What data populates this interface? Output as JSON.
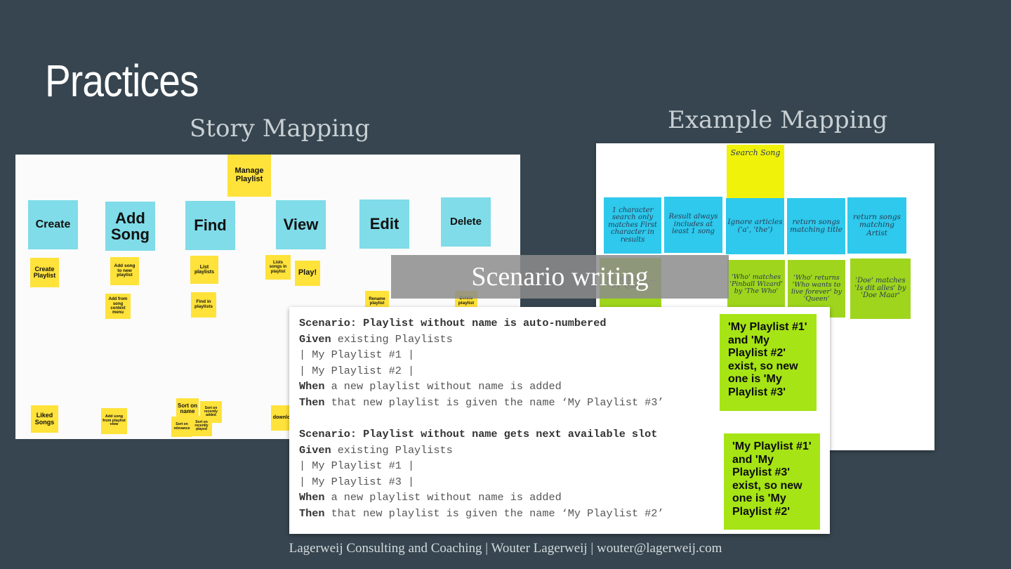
{
  "slide": {
    "title": "Practices",
    "story_heading": "Story Mapping",
    "example_heading": "Example Mapping",
    "banner": "Scenario writing",
    "footer": "Lagerweij Consulting and Coaching | Wouter Lagerweij | wouter@lagerweij.com"
  },
  "story_map": {
    "top": "Manage Playlist",
    "activities": [
      "Create",
      "Add Song",
      "Find",
      "View",
      "Edit",
      "Delete"
    ],
    "tasks": [
      "Create Playlist",
      "Add song to new playlist",
      "Add from song context menu",
      "List playlists",
      "Find in playlists",
      "Lists songs in playlist",
      "Play!",
      "Rename playlist",
      "Delete playlist"
    ],
    "bottom": [
      "Liked Songs",
      "Add song from playlist view",
      "Sort on name",
      "Sort on recently added",
      "Sort on relevance",
      "Sort on recently played",
      "downlo"
    ]
  },
  "example_map": {
    "story": "Search Song",
    "rules": [
      "1 character search only matches First character in results",
      "Result always includes at least 1 song",
      "Ignore articles ('a', 'the')",
      "return songs matching title",
      "return songs matching Artist"
    ],
    "examples": [
      "'Q' matches ... by 'Queen'",
      "'Who' matches 'Pinball Wizard' by 'The Who'",
      "'Who' returns 'Who wants to live forever' by 'Queen'",
      "'Doe' matches 'Is dit alles' by 'Doe Maar'"
    ]
  },
  "scenarios": [
    {
      "header": "Scenario: Playlist without name is auto-numbered",
      "given_kw": "Given",
      "given": " existing Playlists",
      "rows": [
        "| My Playlist #1 |",
        "| My Playlist #2 |"
      ],
      "when_kw": "When",
      "when": " a new playlist without name is added",
      "then_kw": "Then",
      "then": " that new playlist is given the name ‘My Playlist #3’",
      "note": "'My Playlist #1' and 'My Playlist #2' exist, so new one is 'My Playlist #3'"
    },
    {
      "header": "Scenario: Playlist without name gets next available slot",
      "given_kw": "Given",
      "given": " existing Playlists",
      "rows": [
        "| My Playlist #1 |",
        "| My Playlist #3 |"
      ],
      "when_kw": "When",
      "when": " a new playlist without name is added",
      "then_kw": "Then",
      "then": " that new playlist is given the name ‘My Playlist #2’",
      "note": "'My Playlist #1' and 'My Playlist #3' exist, so new one is 'My Playlist #2'"
    }
  ]
}
